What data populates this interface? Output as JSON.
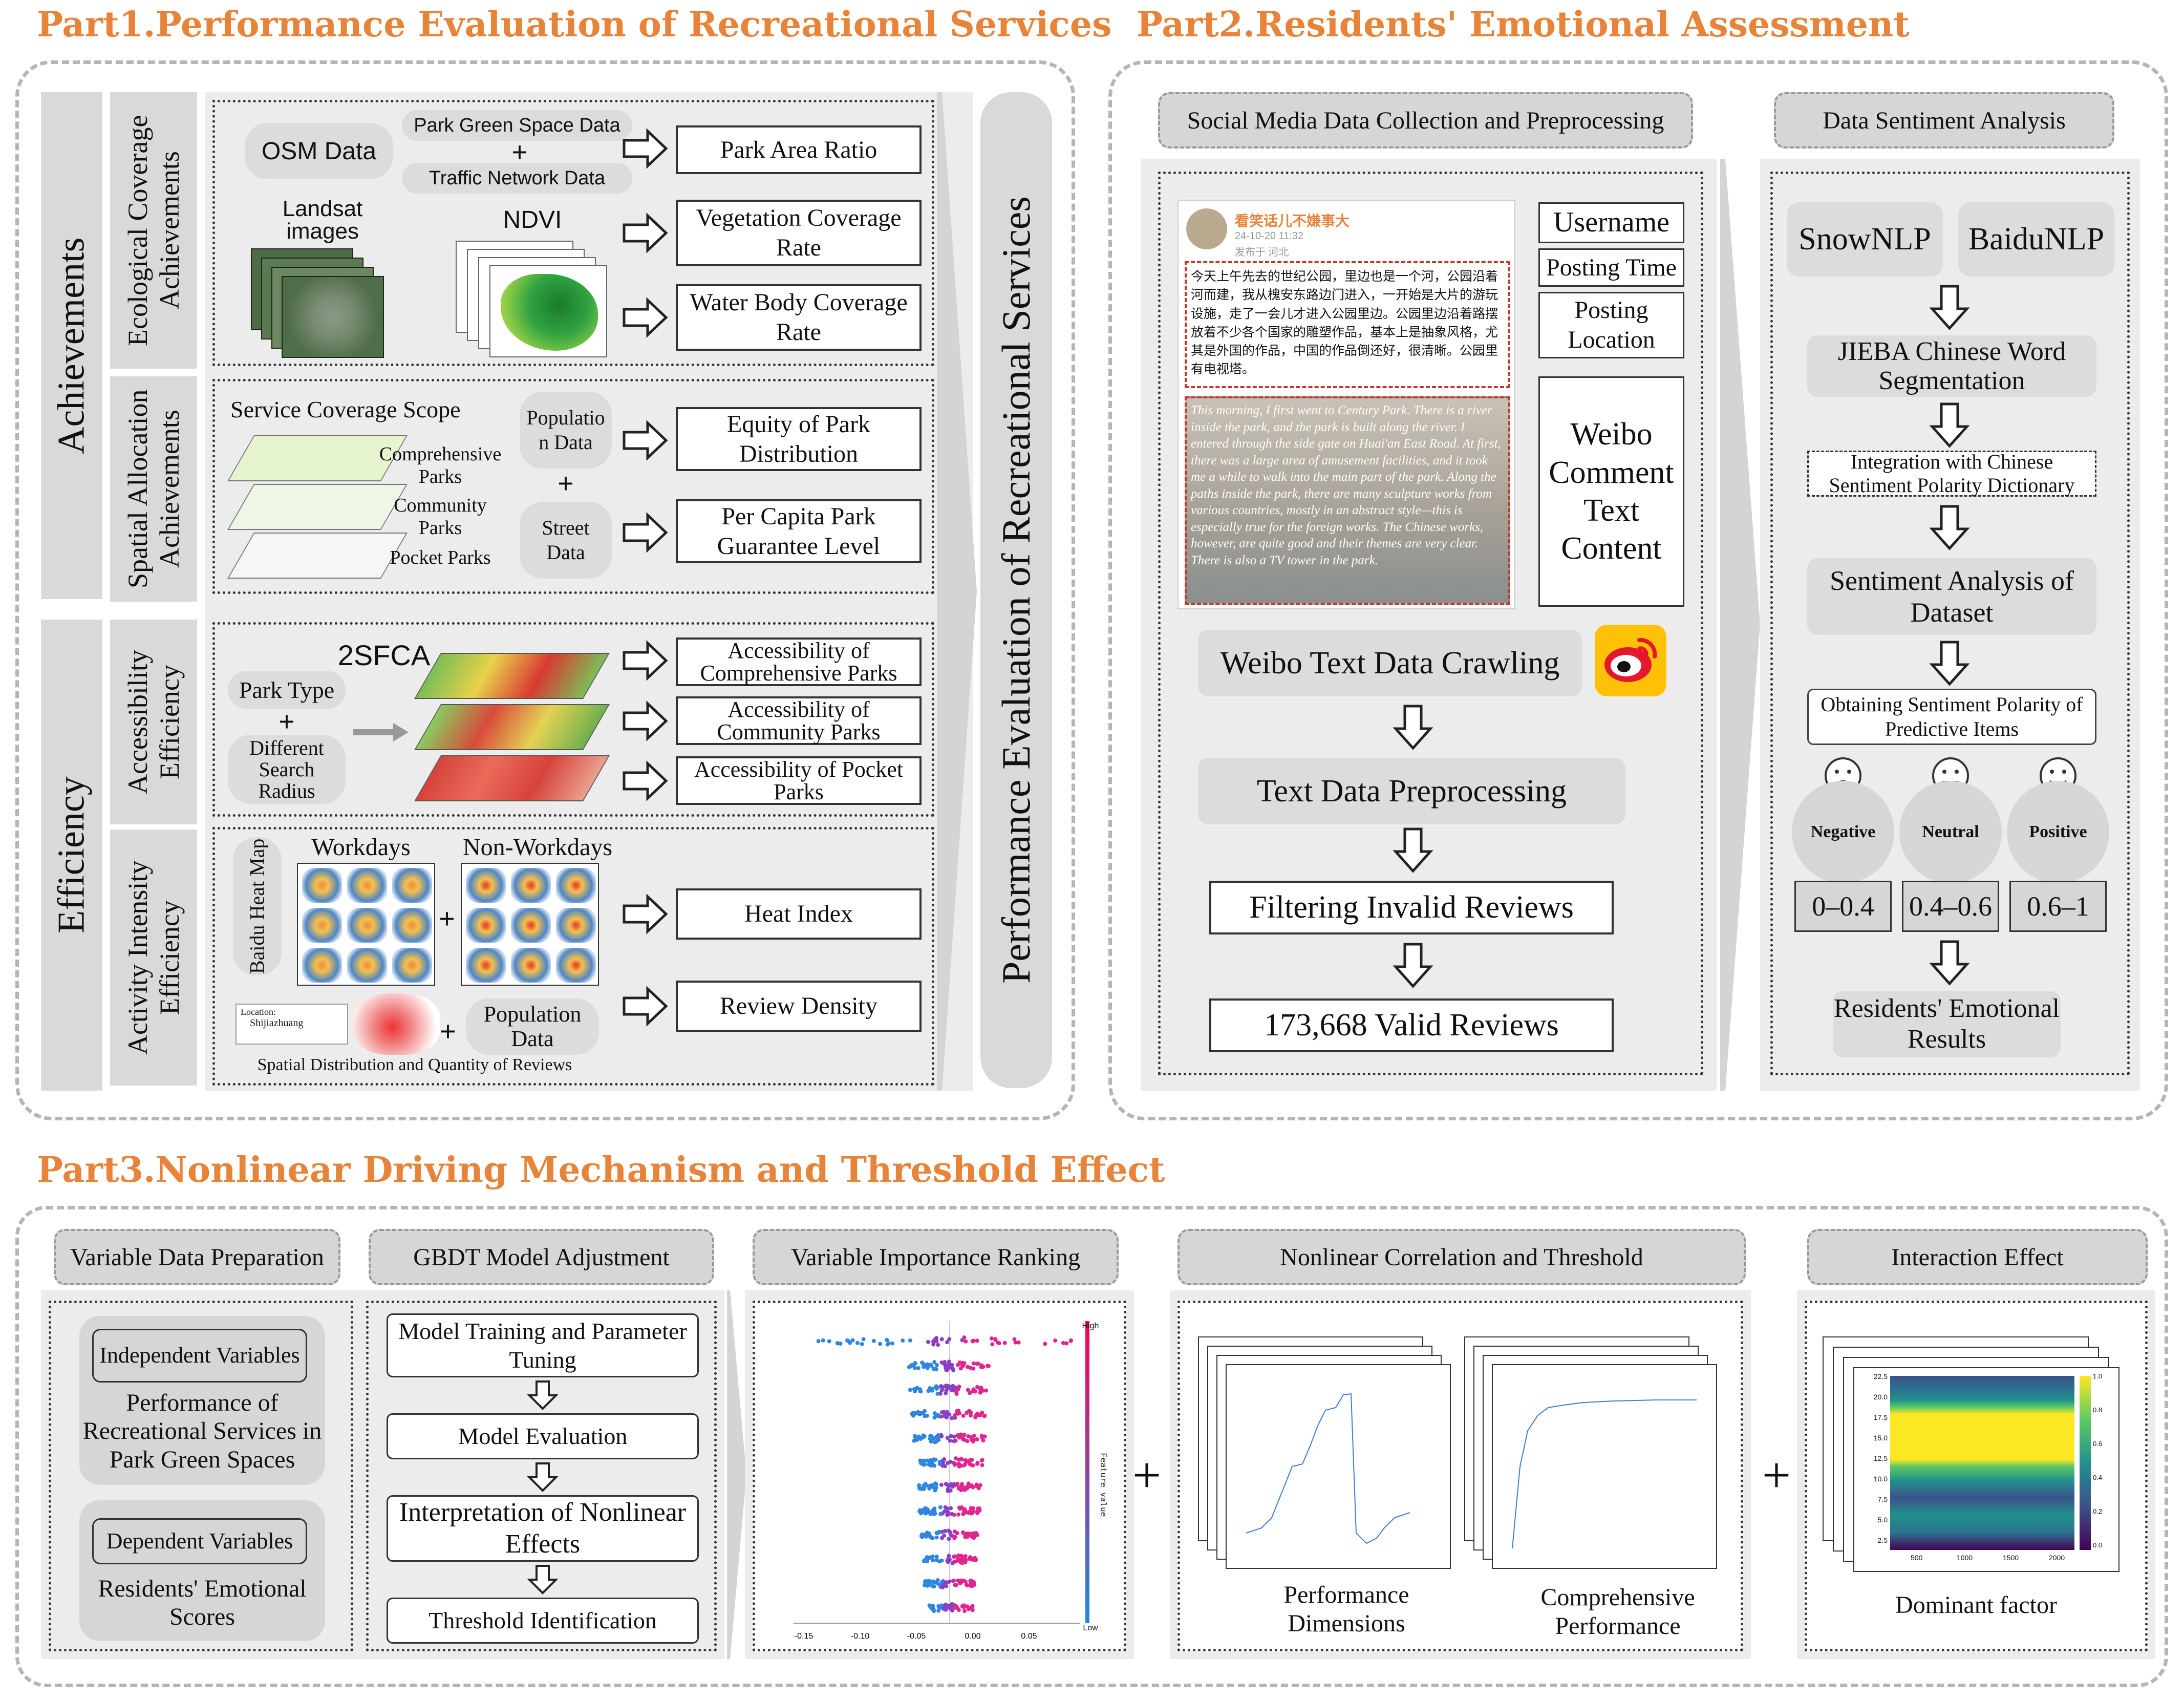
{
  "part1": {
    "title": "Part1.Performance Evaluation of Recreational Services",
    "ach_label": "Achievements",
    "eff_label": "Efficiency",
    "eco_label": "Ecological Coverage Achievements",
    "spa_label": "Spatial Allocation Achievements",
    "acc_label": "Accessibility Efficiency",
    "act_label": "Activity Intensity Efficiency",
    "osm": "OSM Data",
    "park_green": "Park Green Space Data",
    "traffic": "Traffic Network Data",
    "plus": "+",
    "landsat": "Landsat images",
    "ndvi": "NDVI",
    "park_area_ratio": "Park Area Ratio",
    "veg_cov": "Vegetation Coverage Rate",
    "water_cov": "Water Body Coverage Rate",
    "service_scope": "Service Coverage Scope",
    "comprehensive_parks": "Comprehensive Parks",
    "community_parks": "Community Parks",
    "pocket_parks": "Pocket Parks",
    "population_data": "Population Data",
    "street_data": "Street Data",
    "equity": "Equity of Park Distribution",
    "per_capita": "Per Capita Park Guarantee Level",
    "twosfca": "2SFCA",
    "park_type": "Park Type",
    "diff_search": "Different Search Radius",
    "acc_comp": "Accessibility of Comprehensive Parks",
    "acc_comm": "Accessibility of Community Parks",
    "acc_pocket": "Accessibility of Pocket Parks",
    "baidu_heat": "Baidu Heat Map",
    "workdays": "Workdays",
    "nonworkdays": "Non-Workdays",
    "location_tag": "Location:",
    "location_city": "Shijiazhuang",
    "pop_data2": "Population Data",
    "spatial_dist": "Spatial Distribution and Quantity of Reviews",
    "heat_index": "Heat Index",
    "review_density": "Review Density",
    "perf_eval": "Performance Evaluation of Recreational Services"
  },
  "part2": {
    "title": "Part2.Residents' Emotional Assessment",
    "social_hdr": "Social Media Data Collection and Preprocessing",
    "sent_hdr": "Data Sentiment Analysis",
    "post_user": "看笑话儿不嫌事大",
    "post_meta": "24-10-20 11:32",
    "post_loc": "发布于 河北",
    "post_cn": "今天上午先去的世纪公园，里边也是一个河，公园沿着河而建，我从槐安东路边门进入，一开始是大片的游玩设施，走了一会儿才进入公园里边。公园里边沿着路摆放着不少各个国家的雕塑作品，基本上是抽象风格，尤其是外国的作品，中国的作品倒还好，很清晰。公园里有电视塔。",
    "post_en": "This morning, I first went to Century Park. There is a river inside the park, and the park is built along the river. I entered through the side gate on Huai'an East Road. At first, there was a large area of amusement facilities, and it took me a while to walk into the main part of the park. Along the paths inside the park, there are many sculpture works from various countries, mostly in an abstract style—this is especially true for the foreign works. The Chinese works, however, are quite good and their themes are very clear. There is also a TV tower in the park.",
    "username": "Username",
    "posting_time": "Posting Time",
    "posting_location": "Posting Location",
    "weibo_content": "Weibo Comment Text Content",
    "crawl": "Weibo Text Data Crawling",
    "preprocess": "Text Data Preprocessing",
    "filter": "Filtering Invalid Reviews",
    "valid": "173,668 Valid Reviews",
    "snownlp": "SnowNLP",
    "baidunlp": "BaiduNLP",
    "jieba": "JIEBA Chinese Word Segmentation",
    "integration": "Integration with Chinese Sentiment Polarity Dictionary",
    "sentiment_dataset": "Sentiment Analysis of Dataset",
    "obtaining": "Obtaining Sentiment Polarity of Predictive Items",
    "negative": "Negative",
    "neutral": "Neutral",
    "positive": "Positive",
    "range_neg": "0–0.4",
    "range_neu": "0.4–0.6",
    "range_pos": "0.6–1",
    "emotional_results": "Residents' Emotional Results"
  },
  "part3": {
    "title": "Part3.Nonlinear Driving Mechanism and Threshold Effect",
    "var_prep": "Variable Data Preparation",
    "gbdt": "GBDT Model Adjustment",
    "importance": "Variable Importance Ranking",
    "nonlinear": "Nonlinear Correlation and Threshold",
    "interaction": "Interaction Effect",
    "indep_vars": "Independent Variables",
    "perf_rs": "Performance of Recreational Services in Park Green Spaces",
    "dep_vars": "Dependent Variables",
    "emo_scores": "Residents' Emotional Scores",
    "model_train": "Model Training and Parameter Tuning",
    "model_eval": "Model Evaluation",
    "interp": "Interpretation of Nonlinear Effects",
    "threshold": "Threshold Identification",
    "shap_high": "High",
    "shap_low": "Low",
    "feature_value": "Feature value",
    "shap_ticks": [
      "-0.15",
      "-0.10",
      "-0.05",
      "0.00",
      "0.05"
    ],
    "perf_dims": "Performance Dimensions",
    "comp_perf": "Comprehensive Performance",
    "dominant": "Dominant factor",
    "plus": "+",
    "int_y_ticks": [
      "22.5",
      "20.0",
      "17.5",
      "15.0",
      "12.5",
      "10.0",
      "7.5",
      "5.0",
      "2.5"
    ],
    "int_x_ticks": [
      "500",
      "1000",
      "1500",
      "2000"
    ],
    "cbar_ticks": [
      "1.0",
      "0.8",
      "0.6",
      "0.4",
      "0.2",
      "0.0"
    ]
  },
  "colors": {
    "orange": "#e8833a",
    "shap_high": "#ff0052",
    "shap_low": "#1e88e5",
    "weibo_red": "#e6162d",
    "weibo_bg": "#ffc107"
  }
}
